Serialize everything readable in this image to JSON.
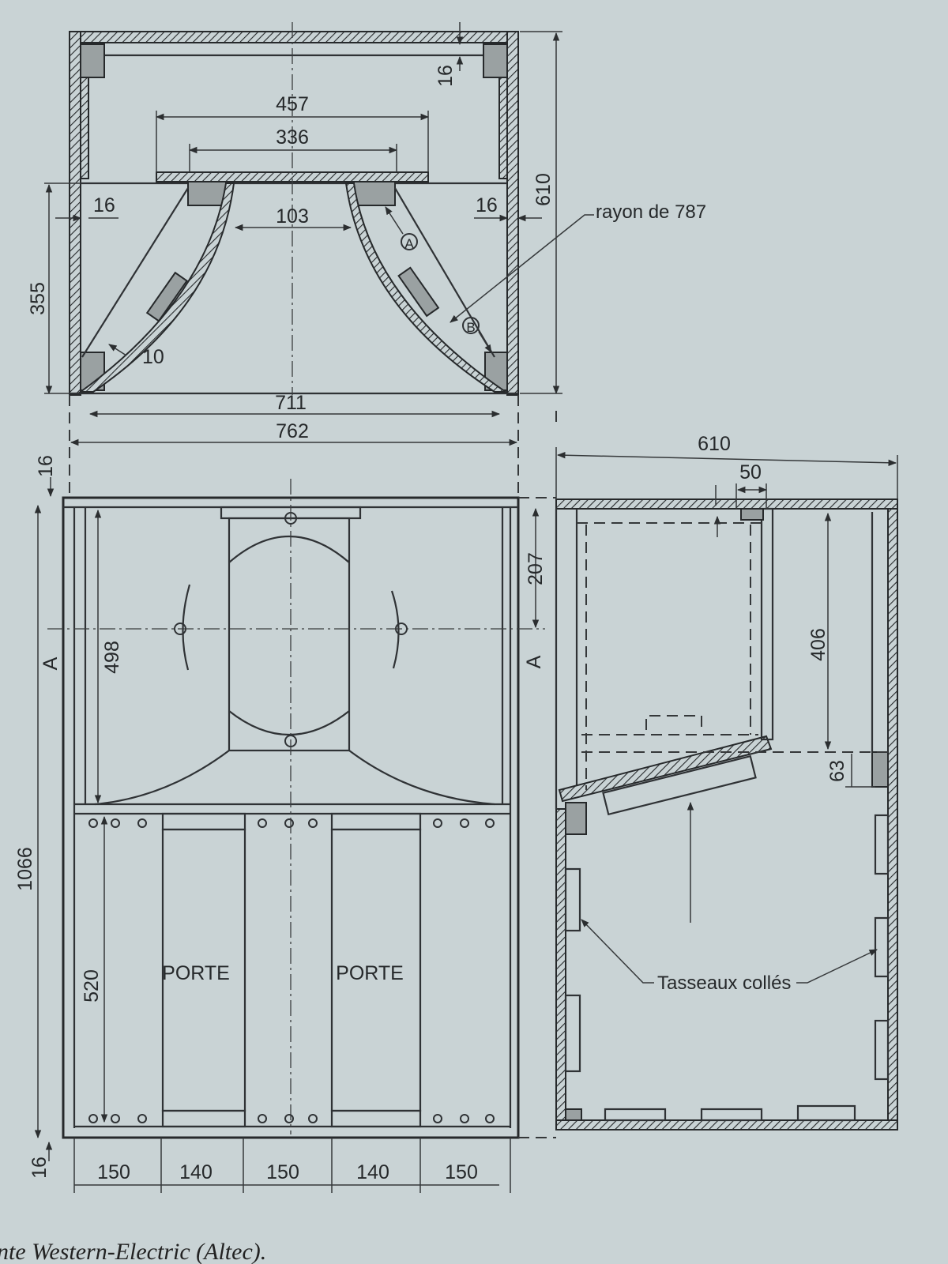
{
  "dimensions": {
    "d16_top": "16",
    "d457": "457",
    "d336": "336",
    "d610_right": "610",
    "d16_left": "16",
    "d103": "103",
    "d16_right": "16",
    "d355": "355",
    "d10": "10",
    "d711": "711",
    "d762": "762",
    "d610_side": "610",
    "d50": "50",
    "d16_front": "16",
    "d207": "207",
    "d498": "498",
    "d406": "406",
    "d63": "63",
    "d1066": "1066",
    "d520": "520",
    "d16_bottom": "16",
    "widths": [
      "150",
      "140",
      "150",
      "140",
      "150"
    ]
  },
  "labels": {
    "rayon": "rayon de 787",
    "marker_a": "A",
    "marker_b": "B",
    "section_a": "A",
    "porte": "PORTE",
    "tasseaux": "Tasseaux collés"
  },
  "caption": "nte Western-Electric (Altec)."
}
